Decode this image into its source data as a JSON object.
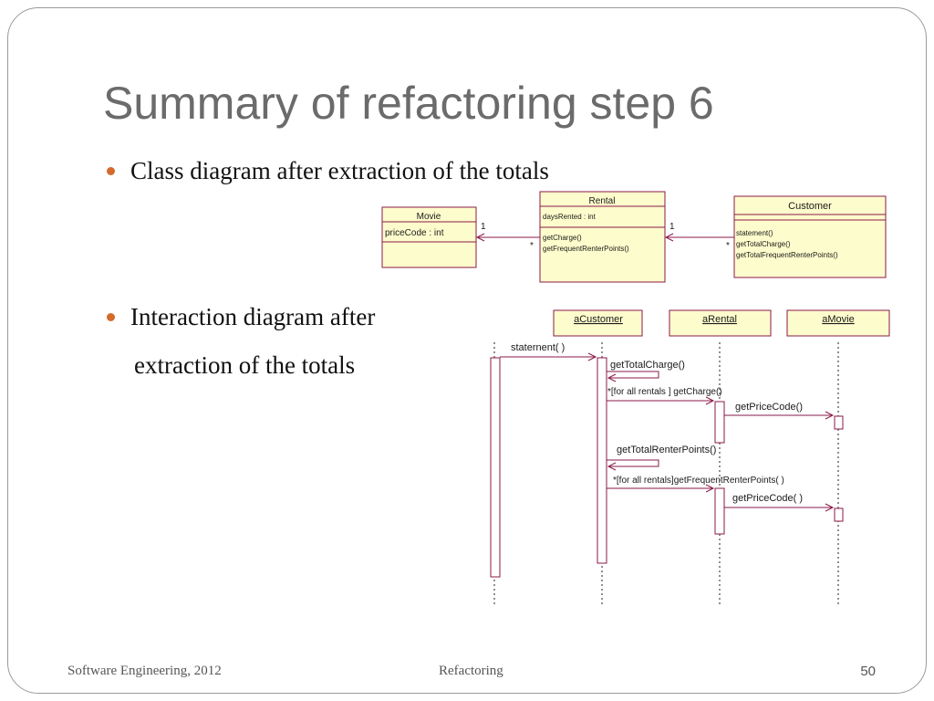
{
  "slide": {
    "title": "Summary of refactoring step 6",
    "bullet1": "Class diagram after  extraction of the totals",
    "bullet2_line1": "Interaction diagram after",
    "bullet2_line2": "extraction of the totals"
  },
  "class_diagram": {
    "movie": {
      "name": "Movie",
      "attr": "priceCode : int"
    },
    "rental": {
      "name": "Rental",
      "attr": "daysRented : int",
      "ops": [
        "getCharge()",
        "getFrequentRenterPoints()"
      ]
    },
    "customer": {
      "name": "Customer",
      "ops": [
        "statement()",
        "getTotalCharge()",
        "getTotalFrequentRenterPoints()"
      ]
    },
    "assoc_rental_movie": {
      "near_movie": "1",
      "near_rental": "*"
    },
    "assoc_customer_rental": {
      "near_rental": "1",
      "near_customer": "*"
    }
  },
  "sequence_diagram": {
    "objects": [
      "aCustomer",
      "aRental",
      "aMovie"
    ],
    "messages": [
      "staternent( )",
      "getTotalCharge()",
      "*[for all rentals ] getCharge()",
      "getPriceCode()",
      "getTotalRenterPoints()",
      "*[for all rentals]getFrequentRenterPoints( )",
      "getPriceCode( )"
    ]
  },
  "colors": {
    "uml_fill": "#fdfccc",
    "uml_border": "#8a1a4a",
    "bullet": "#d36b2d",
    "title": "#6b6b6b"
  },
  "footer": {
    "left": "Software Engineering, 2012",
    "center": "Refactoring",
    "page": "50"
  }
}
